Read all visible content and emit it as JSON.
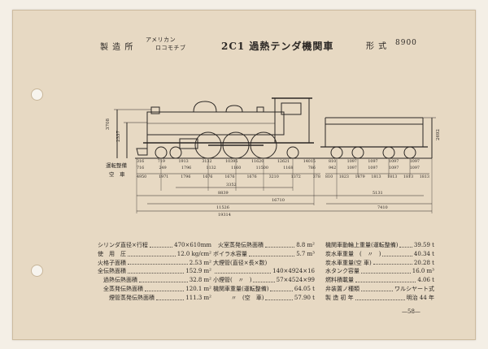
{
  "header": {
    "maker_label": "製 造 所",
    "maker_line1": "アメリカン",
    "maker_line2": "ロコモチブ",
    "title": "2C1 過熱テンダ機関車",
    "type_label": "形 式",
    "type_value": "8900"
  },
  "drawing": {
    "left_vertical": [
      "3708",
      "2337"
    ],
    "right_vertical": "2692",
    "side_labels": [
      "運転整備",
      "空　車"
    ],
    "loco_axle_row1": [
      "316",
      "719",
      "1913",
      "3132",
      "10395",
      "11620",
      "12621",
      "14015"
    ],
    "loco_axle_row2": [
      "716",
      "249",
      "1796",
      "1132",
      "1160",
      "11500",
      "1168",
      "786"
    ],
    "loco_row3": [
      "4950",
      "1971",
      "1796",
      "1676",
      "1676",
      "1676",
      "3210",
      "1372",
      "378"
    ],
    "tender_row1": [
      "810",
      "1097",
      "1097",
      "1097",
      "1097"
    ],
    "tender_row2": [
      "942",
      "1097",
      "1097",
      "1097",
      "1097"
    ],
    "tender_row3": [
      "810",
      "1823",
      "1879",
      "1813",
      "1813",
      "1813",
      "1813"
    ],
    "dim_3352": "3352",
    "dim_8839": "8839",
    "dim_16710": "16710",
    "dim_5131": "5131",
    "dim_11526": "11526",
    "dim_19314": "19314",
    "dim_7410": "7410"
  },
  "specs_col1": [
    {
      "label": "シリンダ直径×行程",
      "value": "470×610mm"
    },
    {
      "label": "使　用　圧",
      "value": "12.0 kg/cm²"
    },
    {
      "label": "火格子面積",
      "value": "2.53 m²"
    },
    {
      "label": "全伝熱面積",
      "value": "152.9 m²"
    },
    {
      "label": "過熱伝熱面積",
      "value": "32.8 m²"
    },
    {
      "label": "全蒸発伝熱面積",
      "value": "120.1 m²"
    },
    {
      "label": "煙管蒸発伝熱面積",
      "value": "111.3 m²"
    }
  ],
  "specs_col2": [
    {
      "label": "火室蒸発伝熱面積",
      "value": "8.8 m²"
    },
    {
      "label": "ボイラ水容量",
      "value": "5.7 m³"
    },
    {
      "label": "大煙管(直径×長×数)",
      "value": ""
    },
    {
      "label": "",
      "value": "140×4924×16"
    },
    {
      "label": "小煙管(　〃　)",
      "value": "57×4524×99"
    },
    {
      "label": "機関車重量(運転整備)",
      "value": "64.05 t"
    },
    {
      "label": "〃　(空　車)",
      "value": "57.90 t"
    }
  ],
  "specs_col3": [
    {
      "label": "機関車動輪上重量(運転整備)",
      "value": "39.59 t"
    },
    {
      "label": "炭水車重量　(　〃　)",
      "value": "40.34 t"
    },
    {
      "label": "炭水車重量(空 車)",
      "value": "20.28 t"
    },
    {
      "label": "水タンク容量",
      "value": "16.0 m³"
    },
    {
      "label": "燃料積載量",
      "value": "4.06 t"
    },
    {
      "label": "弁装置ノ種類",
      "value": "ワルシヤート式"
    },
    {
      "label": "製 造 初 年",
      "value": "明治 44 年"
    }
  ],
  "page_number": "—58—"
}
